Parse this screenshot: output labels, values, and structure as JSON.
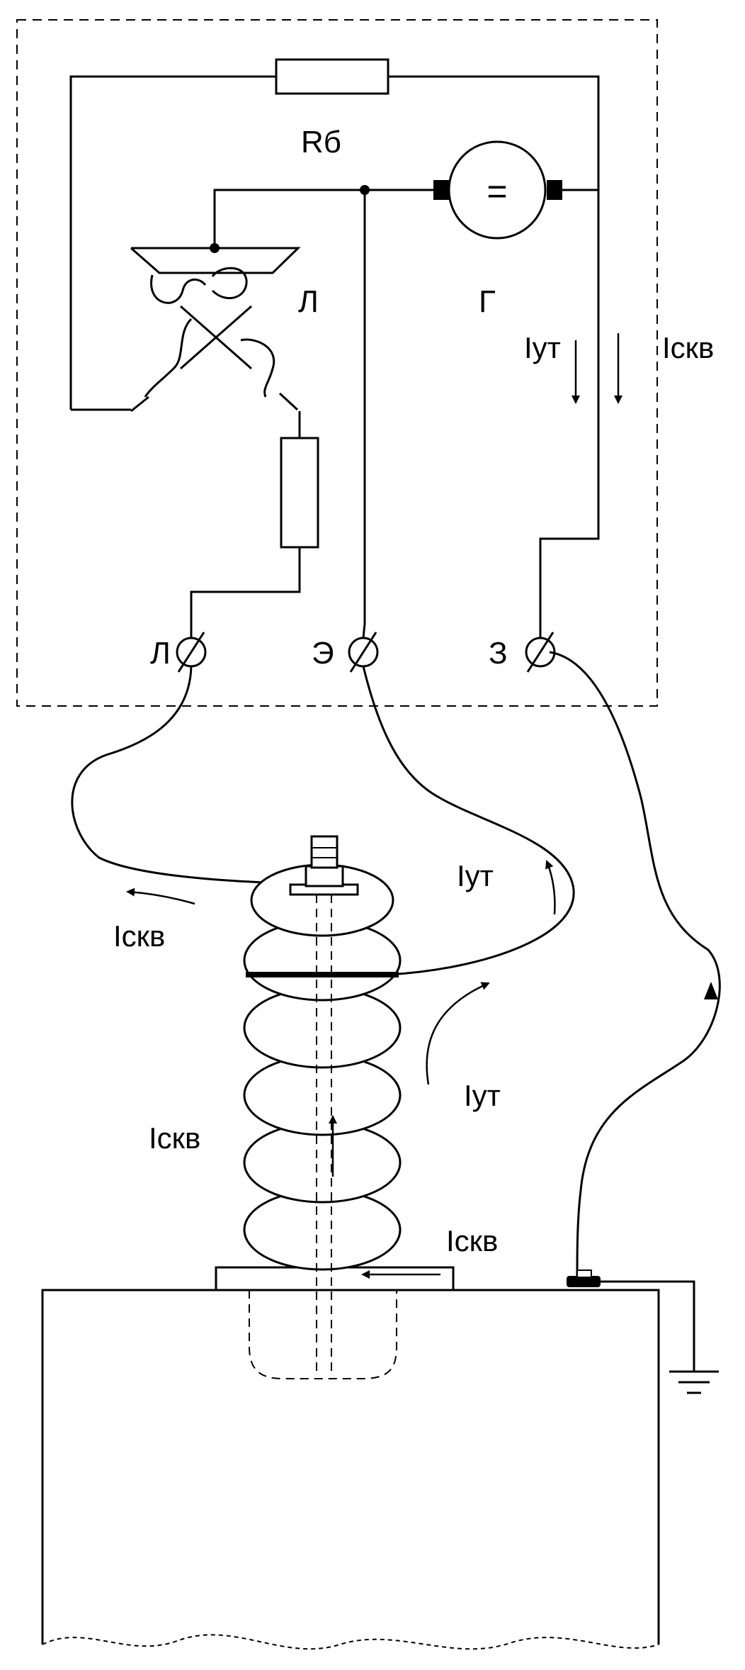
{
  "labels": {
    "resistor_rb": "Rб",
    "coil_l": "Л",
    "generator_g": "Г",
    "generator_symbol": "=",
    "i_leak_top": "Iут",
    "i_surface_top": "Iскв",
    "terminal_l": "Л",
    "terminal_e": "Э",
    "terminal_z": "З",
    "i_leak_mid": "Iут",
    "i_surface_left": "Iскв",
    "i_leak_lower": "Iут",
    "i_surface_body": "Iскв",
    "i_surface_base": "Iскв"
  },
  "colors": {
    "line": "#000000",
    "background": "#ffffff"
  }
}
